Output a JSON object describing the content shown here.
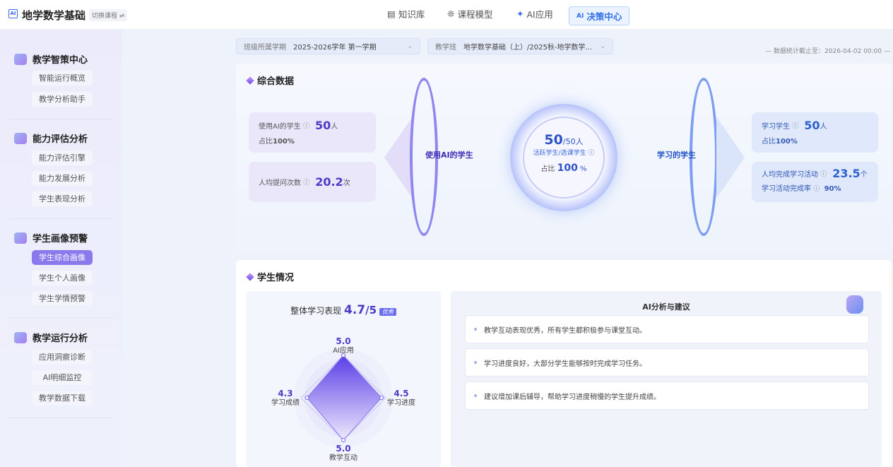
{
  "header": {
    "logo": "AI",
    "course": "地学数学基础",
    "switch": "切换课程 ⇌",
    "nav": [
      {
        "icon": "▤",
        "label": "知识库"
      },
      {
        "icon": "❊",
        "label": "课程模型"
      },
      {
        "icon": "✦",
        "label": "AI应用"
      },
      {
        "icon": "AI",
        "label": "决策中心"
      }
    ]
  },
  "sidebar": {
    "groups": [
      {
        "title": "教学智策中心",
        "items": [
          "智能运行概览",
          "教学分析助手"
        ]
      },
      {
        "title": "能力评估分析",
        "items": [
          "能力评估引擎",
          "能力发展分析",
          "学生表现分析"
        ]
      },
      {
        "title": "学生画像预警",
        "items": [
          "学生综合画像",
          "学生个人画像",
          "学生学情预警"
        ]
      },
      {
        "title": "教学运行分析",
        "items": [
          "应用洞察诊断",
          "AI明细监控",
          "教学数据下载"
        ]
      }
    ],
    "active": "学生综合画像"
  },
  "filters": {
    "term_label": "班级所属学期",
    "term_value": "2025-2026学年 第一学期",
    "class_label": "教学班",
    "class_value": "地学数学基础（上）/2025秋-地学数学...",
    "stamp": "— 数据统计截止至：2026-04-02 00:00 —"
  },
  "overview": {
    "title": "综合数据",
    "ai_students_label": "使用AI的学生",
    "ai_students_value": "50",
    "ai_students_unit": "人",
    "ai_ratio_label": "占比",
    "ai_ratio": "100%",
    "avg_q_label": "人均提问次数",
    "avg_q_value": "20.2",
    "avg_q_unit": "次",
    "left_flow": "使用AI的学生",
    "right_flow": "学习的学生",
    "center_value": "50",
    "center_total": "/50人",
    "center_label": "活跃学生/选课学生",
    "center_ratio_label": "占比",
    "center_ratio": "100",
    "center_ratio_unit": "%",
    "learn_label": "学习学生",
    "learn_value": "50",
    "learn_unit": "人",
    "learn_ratio_label": "占比",
    "learn_ratio": "100%",
    "act_label": "人均完成学习活动",
    "act_value": "23.5",
    "act_unit": "个",
    "rate_label": "学习活动完成率",
    "rate_value": "90%"
  },
  "students": {
    "title": "学生情况",
    "overall_label": "整体学习表现",
    "overall_value": "4.7",
    "overall_max": "/5",
    "badge": "优秀",
    "ai_title": "AI分析与建议",
    "suggestions": [
      "教学互动表现优秀，所有学生都积极参与课堂互动。",
      "学习进度良好，大部分学生能够按时完成学习任务。",
      "建议增加课后辅导，帮助学习进度稍慢的学生提升成绩。"
    ]
  },
  "chart_data": {
    "type": "radar",
    "max": 5,
    "axes": [
      {
        "label": "AI应用",
        "value": 5.0,
        "text": "5.0"
      },
      {
        "label": "学习进度",
        "value": 4.5,
        "text": "4.5"
      },
      {
        "label": "教学互动",
        "value": 5.0,
        "text": "5.0"
      },
      {
        "label": "学习成绩",
        "value": 4.3,
        "text": "4.3"
      }
    ]
  }
}
